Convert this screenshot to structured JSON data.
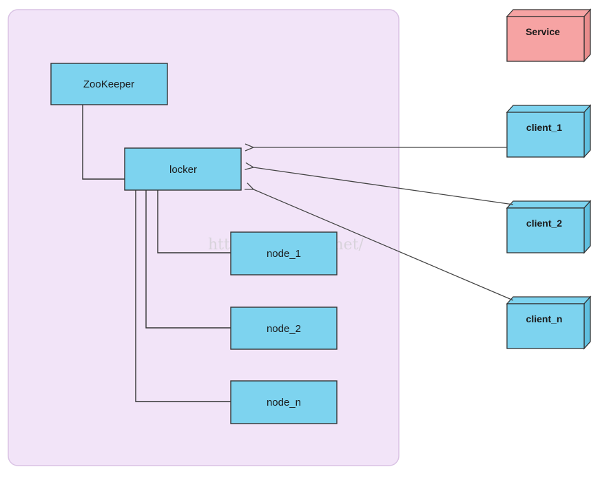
{
  "diagram": {
    "container_color": "#f2e4f8",
    "box_color": "#7dd3ef",
    "service_color": "#f6a3a3",
    "nodes": {
      "zookeeper": "ZooKeeper",
      "locker": "locker",
      "node_1": "node_1",
      "node_2": "node_2",
      "node_n": "node_n"
    },
    "service": "Service",
    "clients": {
      "client_1": "client_1",
      "client_2": "client_2",
      "client_n": "client_n"
    },
    "watermark": "http://blog.csdn.net/"
  }
}
